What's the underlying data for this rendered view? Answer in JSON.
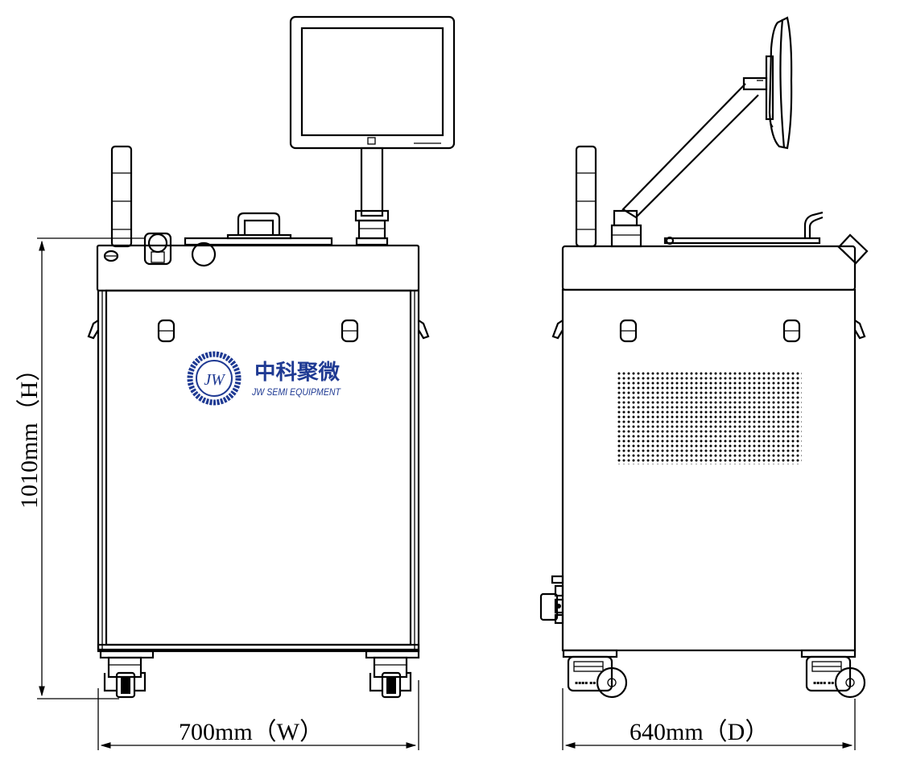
{
  "dimensions": {
    "width": "700mm（W）",
    "height": "1010mm（H）",
    "depth": "640mm（D）"
  },
  "logo": {
    "monogram": "JW",
    "company_cn": "中科聚微",
    "company_en": "JW SEMI EQUIPMENT",
    "color": "#1f3a93"
  },
  "colors": {
    "line": "#000000",
    "background": "#ffffff"
  }
}
